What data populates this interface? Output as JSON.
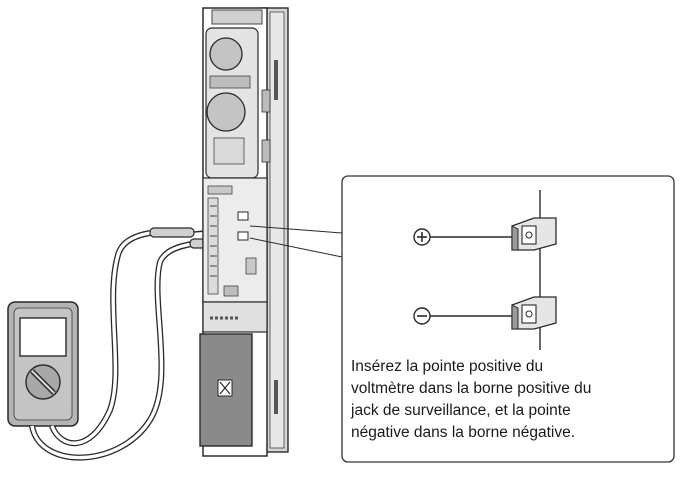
{
  "instruction": {
    "lines": [
      "Insérez la pointe positive du",
      "voltmètre dans la borne positive du",
      "jack de surveillance, et la pointe",
      "négative dans la borne négative."
    ]
  },
  "terminals": {
    "positive_symbol": "+",
    "negative_symbol": "−"
  },
  "colors": {
    "line": "#2a2a2a",
    "device_shade": "#c9c9c9",
    "meter_body": "#b4b4b4",
    "dark_panel": "#8a8a8a"
  }
}
